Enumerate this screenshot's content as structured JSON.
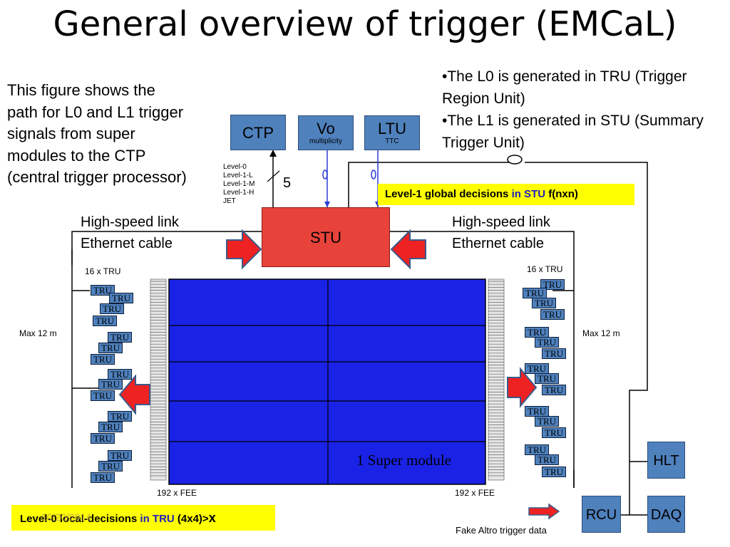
{
  "title": "General overview of trigger (EMCaL)",
  "intro_text": "This figure shows the path for L0 and L1 trigger signals from super modules to the CTP (central trigger processor)",
  "bullets": [
    "•The L0 is generated in TRU (Trigger Region Unit)",
    "•The L1 is generated in STU (Summary Trigger Unit)"
  ],
  "boxes": {
    "ctp": "CTP",
    "vo": "Vo",
    "vo_sub": "multiplicity",
    "ltu": "LTU",
    "ltu_sub": "TTC",
    "stu": "STU",
    "hlt": "HLT",
    "rcu": "RCU",
    "daq": "DAQ"
  },
  "levels": [
    "Level-0",
    "Level-1-L",
    "Level-1-M",
    "Level-1-H",
    "JET"
  ],
  "bus_width": "5",
  "l1_banner": {
    "prefix": "Level-1 global decisions ",
    "highlight": "in STU",
    "suffix": "  f(nxn)"
  },
  "l0_banner": {
    "prefix": "Level-0  local-decisions ",
    "highlight": "in TRU",
    "suffix": " (4x4)>",
    "x": "x"
  },
  "date": "10/20/2014",
  "link_left": [
    "High-speed link",
    "Ethernet cable"
  ],
  "link_right": [
    "High-speed link",
    "Ethernet cable"
  ],
  "tru_count_left": "16 x TRU",
  "tru_count_right": "16 x TRU",
  "max_left": "Max 12 m",
  "max_right": "Max 12 m",
  "fee_left": "192 x FEE",
  "fee_right": "192 x FEE",
  "super_module": "1 Super module",
  "fake_altro": "Fake Altro trigger data",
  "tru_label": "TRU",
  "colors": {
    "box_blue": "#4f81bd",
    "stu_red": "#e8433a",
    "module_blue": "#1a22e6",
    "banner_yellow": "#ffff00",
    "arrow_red": "#ee2222"
  }
}
